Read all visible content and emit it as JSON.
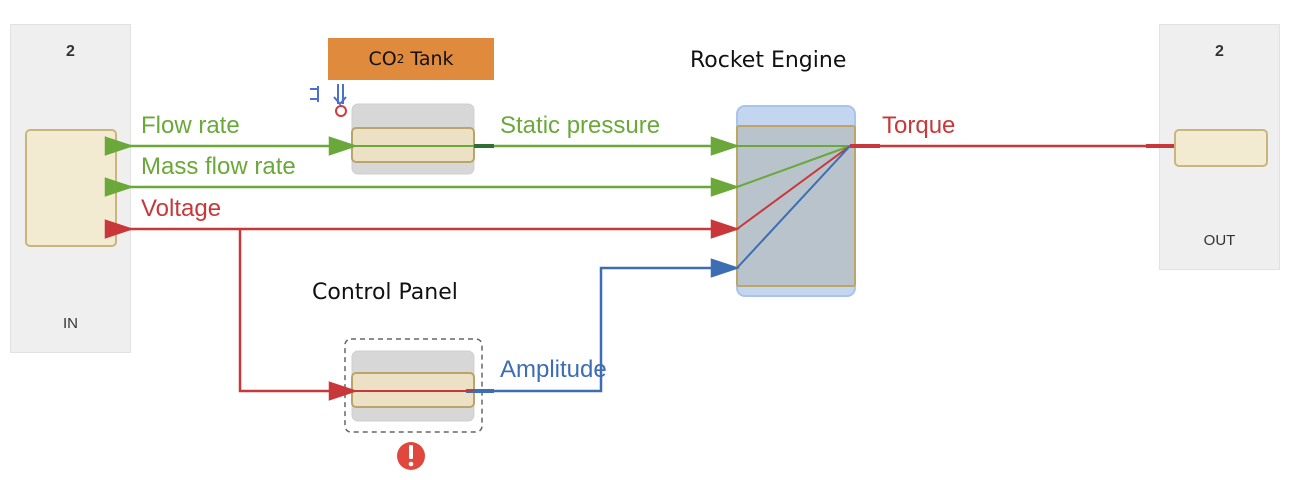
{
  "in_port": {
    "number": "2",
    "label": "IN"
  },
  "out_port": {
    "number": "2",
    "label": "OUT"
  },
  "blocks": {
    "co2_tank": {
      "title_main": "CO",
      "title_sub": "2",
      "title_rest": " Tank"
    },
    "rocket_engine": {
      "title": "Rocket Engine"
    },
    "control_panel": {
      "title": "Control Panel"
    }
  },
  "signals": {
    "flow_rate": "Flow rate",
    "mass_flow_rate": "Mass flow rate",
    "voltage": "Voltage",
    "static_pressure": "Static pressure",
    "torque": "Torque",
    "amplitude": "Amplitude"
  },
  "colors": {
    "green": "#6aa83a",
    "red": "#c8383a",
    "blue": "#3d6db3",
    "tank_label": "#df8a3c",
    "warning": "#e0483e"
  },
  "icons": {
    "warning": "!"
  }
}
